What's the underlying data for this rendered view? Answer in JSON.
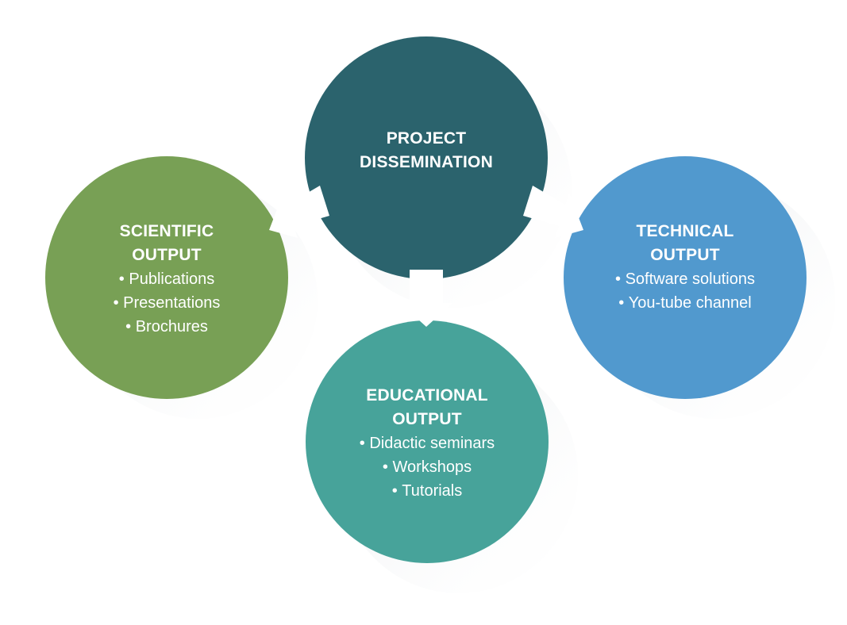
{
  "colors": {
    "center": "#2b636d",
    "scientific": "#78a055",
    "educational": "#47a39a",
    "technical": "#5199ce",
    "arrow": "#ffffff",
    "shadow": "#e6e9ec",
    "text": "#ffffff"
  },
  "center": {
    "title_line1": "PROJECT",
    "title_line2": "DISSEMINATION"
  },
  "scientific": {
    "title_line1": "SCIENTIFIC",
    "title_line2": "OUTPUT",
    "items": [
      "Publications",
      "Presentations",
      "Brochures"
    ]
  },
  "educational": {
    "title_line1": "EDUCATIONAL",
    "title_line2": "OUTPUT",
    "items": [
      "Didactic seminars",
      "Workshops",
      "Tutorials"
    ]
  },
  "technical": {
    "title_line1": "TECHNICAL",
    "title_line2": "OUTPUT",
    "items": [
      "Software solutions",
      "You-tube channel"
    ]
  }
}
